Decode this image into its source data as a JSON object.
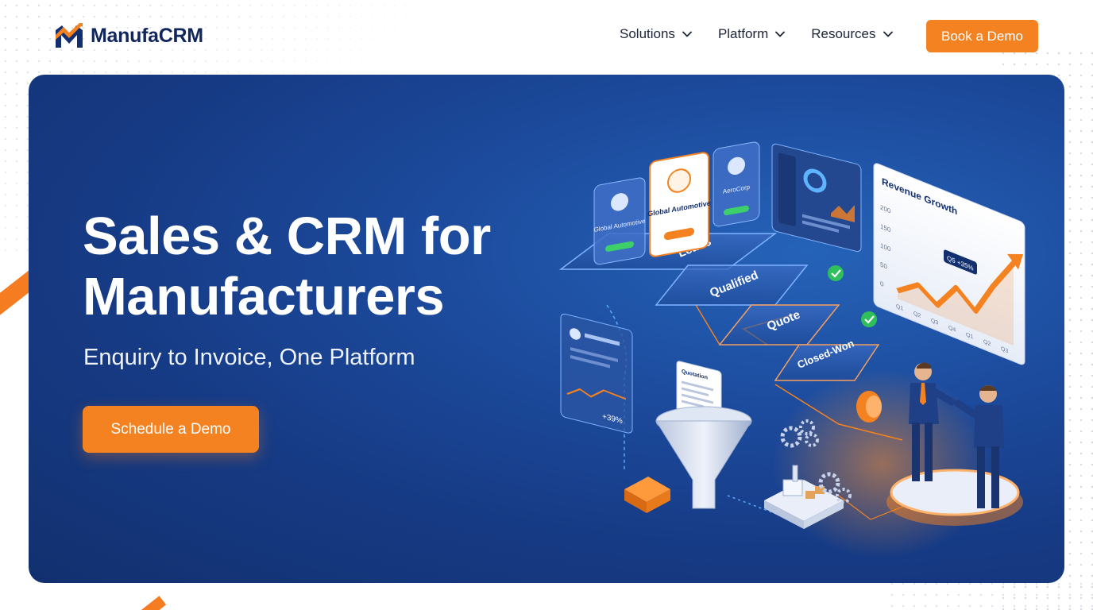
{
  "brand": {
    "name": "ManufaCRM"
  },
  "nav": {
    "items": [
      {
        "label": "Solutions"
      },
      {
        "label": "Platform"
      },
      {
        "label": "Resources"
      }
    ],
    "cta_label": "Book a Demo"
  },
  "hero": {
    "title_line1": "Sales & CRM for",
    "title_line2": "Manufacturers",
    "subtitle": "Enquiry to Invoice, One Platform",
    "cta_label": "Schedule a Demo"
  },
  "illustration": {
    "pipeline_stages": [
      "Leads",
      "Qualified",
      "Quote",
      "Closed-Won"
    ],
    "cards": [
      {
        "label": "Global Automotive"
      },
      {
        "label": "Global Automotive"
      },
      {
        "label": "AeroCorp"
      }
    ],
    "quotation_label": "Quotation",
    "stat_left": "+39%",
    "revenue_chart": {
      "title": "Revenue Growth",
      "y_ticks": [
        "200",
        "150",
        "100",
        "50",
        "0"
      ],
      "x_ticks": [
        "Q1",
        "Q2",
        "Q3",
        "Q4",
        "Q1",
        "Q2",
        "Q3"
      ],
      "badge": "Q5 +35%"
    }
  },
  "colors": {
    "brand_navy": "#10265c",
    "accent_orange": "#f58220",
    "hero_blue": "#163a84"
  }
}
